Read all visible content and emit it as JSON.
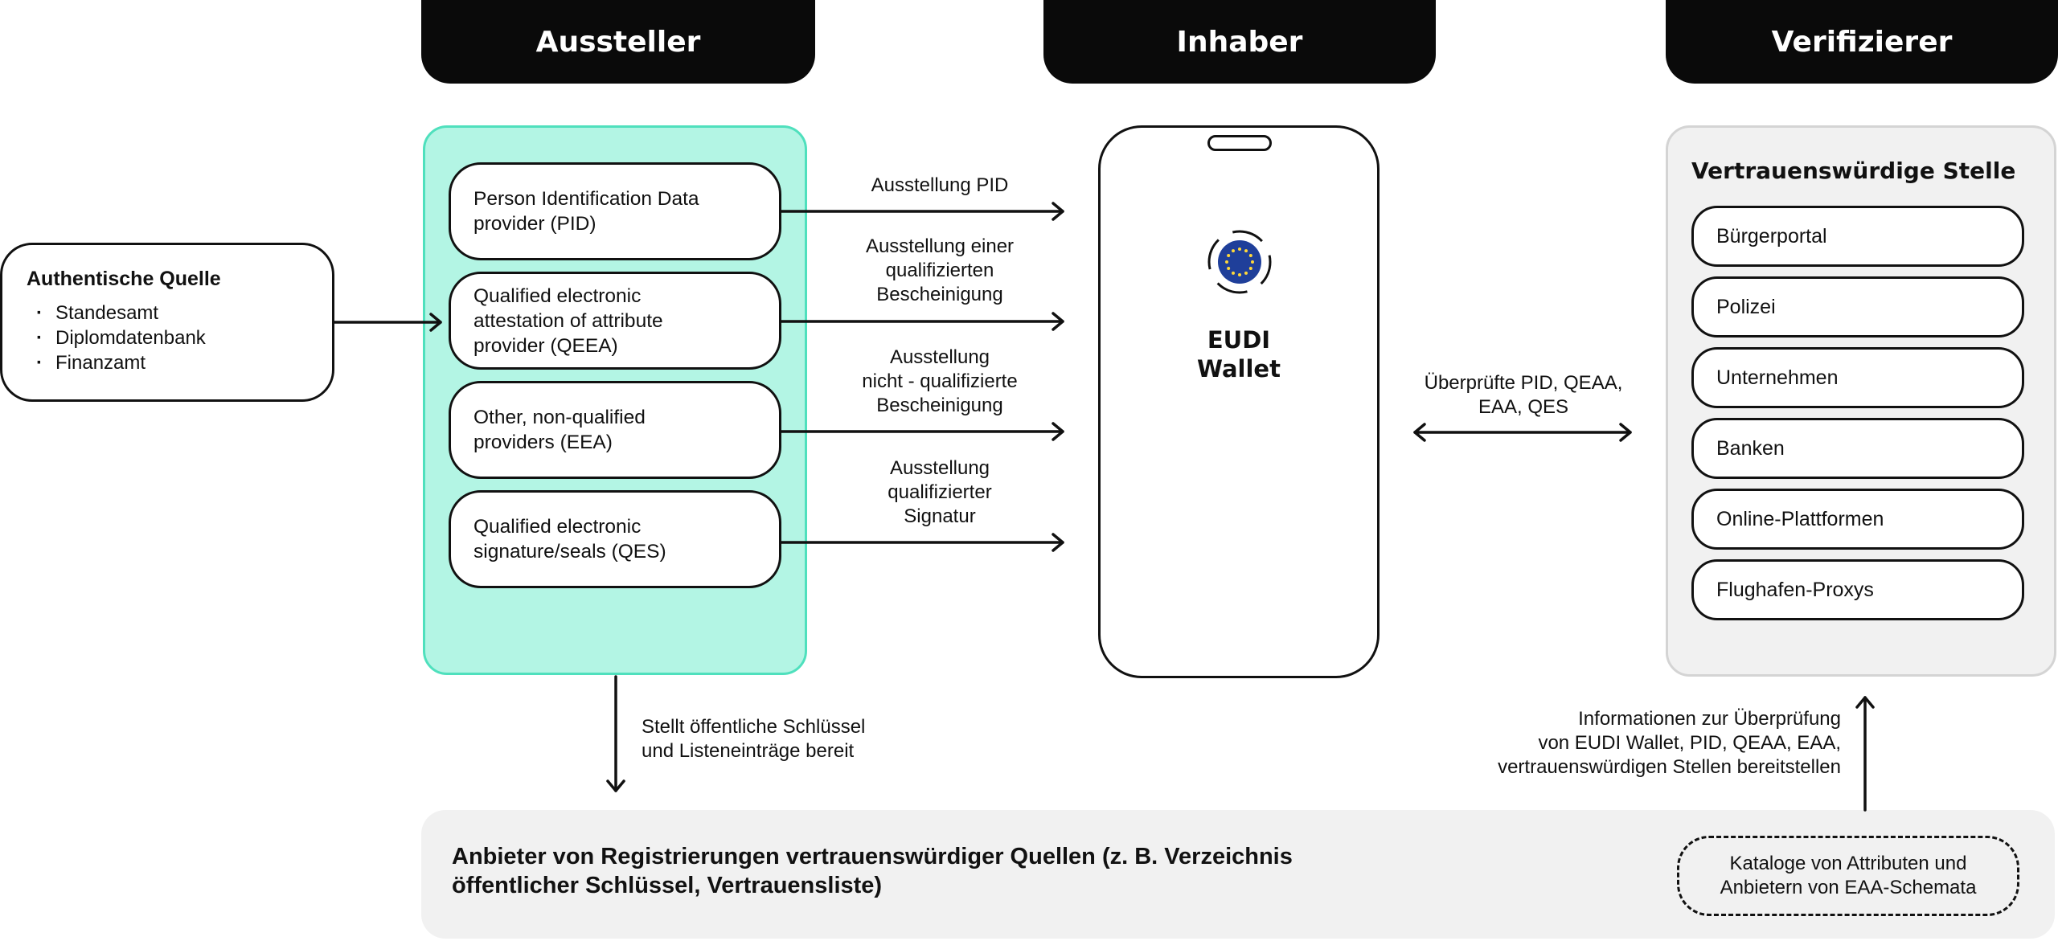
{
  "headers": {
    "issuer": "Aussteller",
    "holder": "Inhaber",
    "verifier": "Verifizierer"
  },
  "authentic_source": {
    "title": "Authentische Quelle",
    "items": [
      "Standesamt",
      "Diplomdatenbank",
      "Finanzamt"
    ]
  },
  "issuers": [
    {
      "label": "Person Identification Data\nprovider (PID)"
    },
    {
      "label": "Qualified electronic\nattestation of attribute\nprovider (QEEA)"
    },
    {
      "label": "Other, non-qualified\nproviders (EEA)"
    },
    {
      "label": "Qualified electronic\nsignature/seals (QES)"
    }
  ],
  "issuance_edges": [
    {
      "label": "Ausstellung PID"
    },
    {
      "label": "Ausstellung einer\nqualifizierten\nBescheinigung"
    },
    {
      "label": "Ausstellung\nnicht - qualifizierte\nBescheinigung"
    },
    {
      "label": "Ausstellung\nqualifizierter\nSignatur"
    }
  ],
  "wallet": {
    "label": "EUDI\nWallet",
    "flag_icon": "eu-flag-icon",
    "flag_color": "#1f3f9a",
    "star_color": "#ffd83a"
  },
  "verification_edge": "Überprüfte PID, QEAA,\nEAA, QES",
  "verifier": {
    "title": "Vertrauenswürdige Stelle",
    "items": [
      "Bürgerportal",
      "Polizei",
      "Unternehmen",
      "Banken",
      "Online-Plattformen",
      "Flughafen-Proxys"
    ]
  },
  "issuer_to_registry_edge": "Stellt öffentliche Schlüssel\nund Listeneinträge bereit",
  "registry_to_verifier_edge": "Informationen zur Überprüfung\nvon EUDI Wallet, PID, QEAA, EAA,\nvertrauenswürdigen Stellen bereitstellen",
  "registry": {
    "title": "Anbieter von Registrierungen vertrauenswürdiger Quellen (z. B. Verzeichnis\nöffentlicher Schlüssel, Vertrauensliste)",
    "catalog": "Kataloge von Attributen und\nAnbietern von EAA-Schemata"
  },
  "colors": {
    "issuer_panel_fill": "#b3f5e4",
    "issuer_panel_border": "#4fe0bd",
    "header_fill": "#0a0a0a",
    "verifier_panel_fill": "#f1f1f1",
    "registry_fill": "#f1f1f1"
  }
}
